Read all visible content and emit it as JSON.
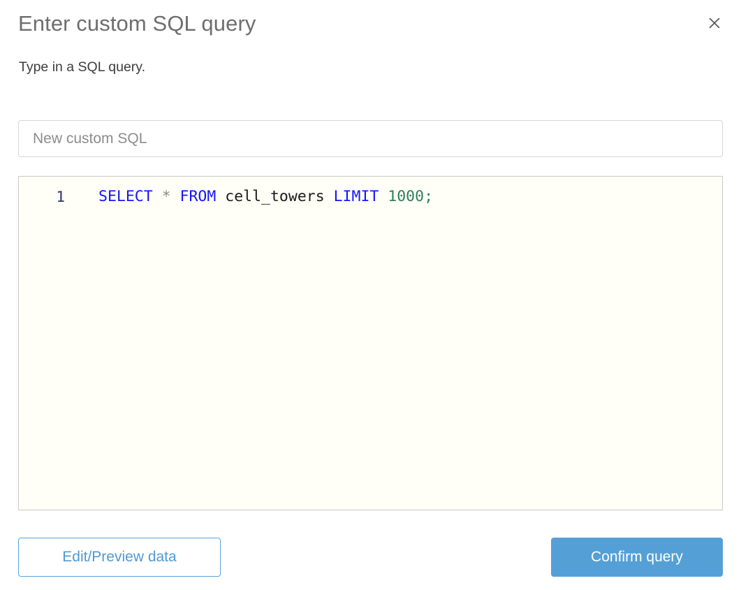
{
  "dialog": {
    "title": "Enter custom SQL query",
    "subtitle": "Type in a SQL query.",
    "close_icon": "close-icon"
  },
  "name_field": {
    "value": "",
    "placeholder": "New custom SQL"
  },
  "editor": {
    "line_number": "1",
    "query": "SELECT * FROM cell_towers LIMIT 1000;",
    "tokens": {
      "select": "SELECT",
      "space1": " ",
      "star": "*",
      "space2": " ",
      "from": "FROM",
      "space3": " ",
      "table": "cell_towers",
      "space4": " ",
      "limit": "LIMIT",
      "space5": " ",
      "number": "1000",
      "semicolon": ";"
    }
  },
  "footer": {
    "secondary_label": "Edit/Preview data",
    "primary_label": "Confirm query"
  },
  "colors": {
    "accent": "#54a0d6",
    "accent_border": "#5ba3d9",
    "keyword": "#1414ff",
    "number": "#2f7d5c",
    "line_number": "#27336e",
    "title": "#6e6e6e",
    "subtitle": "#3d3d3d",
    "editor_bg": "#fffff7"
  }
}
